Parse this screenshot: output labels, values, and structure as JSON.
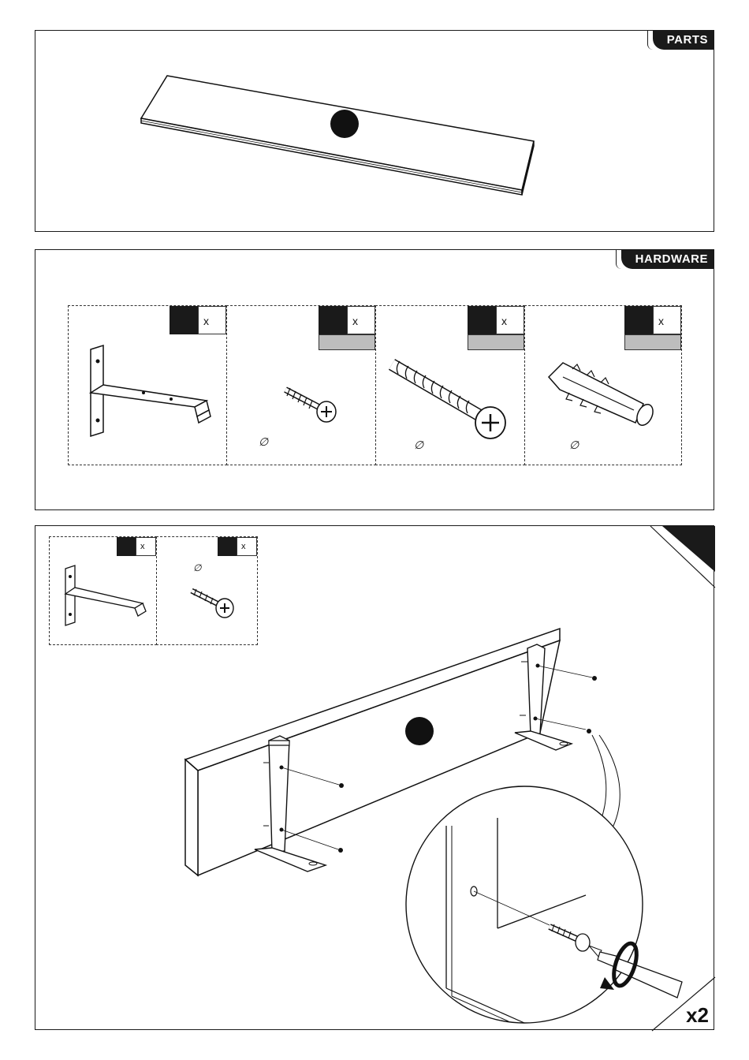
{
  "parts_panel": {
    "tab_label": "PARTS"
  },
  "hardware_panel": {
    "tab_label": "HARDWARE",
    "items": [
      {
        "name": "bracket",
        "qty_suffix": "x"
      },
      {
        "name": "small-screw",
        "qty_suffix": "x",
        "diameter_symbol": "∅"
      },
      {
        "name": "long-screw",
        "qty_suffix": "x",
        "diameter_symbol": "∅"
      },
      {
        "name": "wall-anchor",
        "qty_suffix": "x",
        "diameter_symbol": "∅"
      }
    ]
  },
  "step_panel": {
    "items": [
      {
        "name": "bracket",
        "qty_suffix": "x"
      },
      {
        "name": "small-screw",
        "qty_suffix": "x",
        "diameter_symbol": "∅"
      }
    ],
    "repeat_count": "x2"
  },
  "colors": {
    "ink": "#1a1a1a",
    "gray_band": "#bdbdbd"
  }
}
